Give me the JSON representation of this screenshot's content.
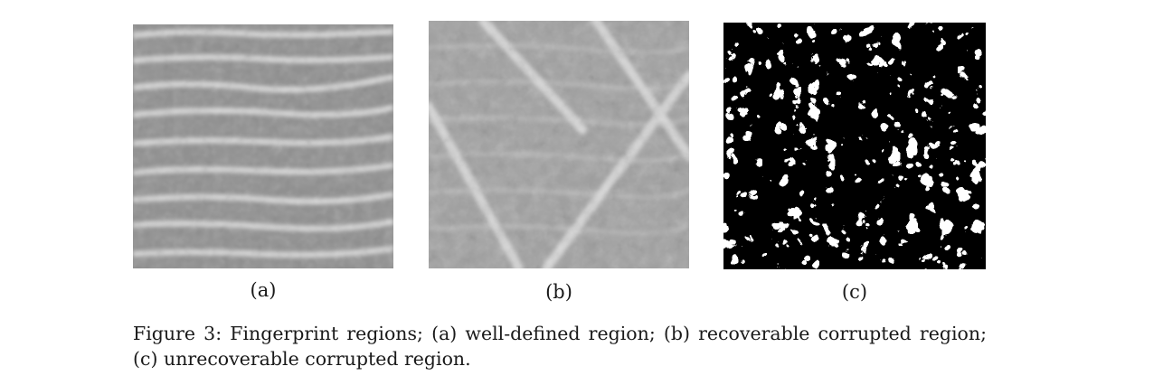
{
  "figure": {
    "panels": [
      {
        "label": "(a)",
        "description_key": "well-defined"
      },
      {
        "label": "(b)",
        "description_key": "recoverable-corrupted"
      },
      {
        "label": "(c)",
        "description_key": "unrecoverable-corrupted"
      }
    ],
    "caption": "Figure 3: Fingerprint regions; (a) well-defined region; (b) recoverable corrupted region; (c) unrecoverable corrupted region."
  }
}
